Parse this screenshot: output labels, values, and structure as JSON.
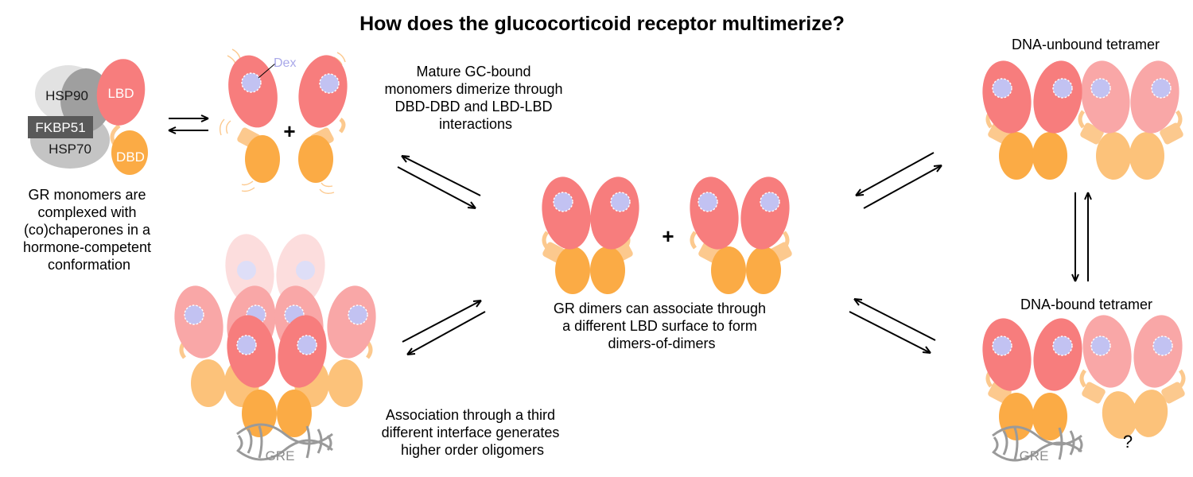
{
  "title": "How does the glucocorticoid receptor multimerize?",
  "labels": {
    "hsp90": "HSP90",
    "fkbp51": "FKBP51",
    "hsp70": "HSP70",
    "lbd": "LBD",
    "dbd": "DBD",
    "dex": "Dex",
    "gre": "GRE",
    "plus": "+",
    "question": "?"
  },
  "captions": {
    "monomers": [
      "GR monomers are",
      "complexed with",
      "(co)chaperones in a",
      "hormone-competent",
      "conformation"
    ],
    "mature": [
      "Mature GC-bound",
      "monomers dimerize through",
      "DBD-DBD and LBD-LBD",
      "interactions"
    ],
    "dimers": [
      "GR dimers can associate through",
      "a different LBD surface to form",
      "dimers-of-dimers"
    ],
    "oligomers": [
      "Association through a third",
      "different interface generates",
      "higher order oligomers"
    ],
    "unbound": "DNA-unbound tetramer",
    "bound": "DNA-bound tetramer"
  },
  "colors": {
    "lbd": "#f77d7d",
    "lbd_light": "#f9a7a7",
    "dbd": "#fbab45",
    "dbd_light": "#fcc27a",
    "linker": "#fcc98e",
    "dex": "#c2c2f2",
    "hsp90": "#e2e2e2",
    "hsp90_dark": "#9f9f9f",
    "hsp70": "#c4c4c4",
    "fkbp51": "#595959",
    "dna": "#9a9a9a"
  }
}
